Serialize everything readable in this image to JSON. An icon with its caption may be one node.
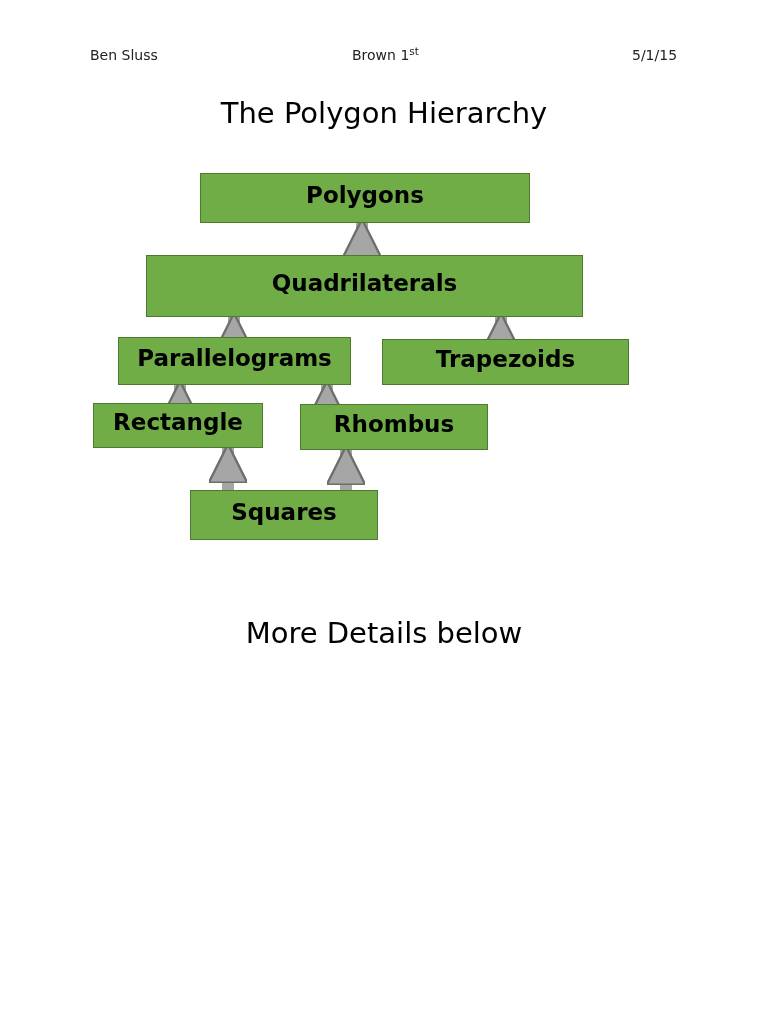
{
  "diagram": {
    "title": "The Polygon Hierarchy",
    "nodes": [
      {
        "text": [
          "Polygons"
        ]
      },
      {
        "text": [
          "Quadrilaterals"
        ]
      },
      {
        "text": [
          "Parallelograms"
        ]
      },
      {
        "text": [
          "Trapezoids"
        ]
      },
      {
        "text": [
          "Rectangle"
        ]
      },
      {
        "text": [
          "Rhombus"
        ]
      },
      {
        "text": [
          "Squares"
        ]
      }
    ],
    "edges": [
      {
        "from": 1,
        "to": 0,
        "arrow": "to"
      },
      {
        "from": 2,
        "to": 1,
        "arrow": "to"
      },
      {
        "from": 3,
        "to": 1,
        "arrow": "to"
      },
      {
        "from": 4,
        "to": 2,
        "arrow": "to"
      },
      {
        "from": 5,
        "to": 2,
        "arrow": "to"
      },
      {
        "from": 6,
        "to": 4,
        "arrow": "to"
      },
      {
        "from": 6,
        "to": 5,
        "arrow": "to"
      }
    ],
    "labels": [
      "Ben Sluss",
      "Brown 1$^{st}$",
      "5/1/15",
      "More Details below"
    ]
  }
}
